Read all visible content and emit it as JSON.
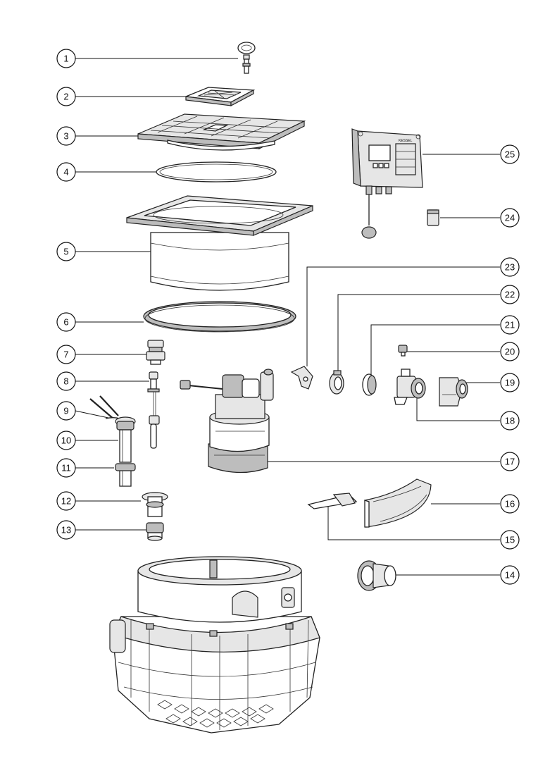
{
  "callouts": [
    {
      "n": "1"
    },
    {
      "n": "2"
    },
    {
      "n": "3"
    },
    {
      "n": "4"
    },
    {
      "n": "5"
    },
    {
      "n": "6"
    },
    {
      "n": "7"
    },
    {
      "n": "8"
    },
    {
      "n": "9"
    },
    {
      "n": "10"
    },
    {
      "n": "11"
    },
    {
      "n": "12"
    },
    {
      "n": "13"
    },
    {
      "n": "14"
    },
    {
      "n": "15"
    },
    {
      "n": "16"
    },
    {
      "n": "17"
    },
    {
      "n": "18"
    },
    {
      "n": "19"
    },
    {
      "n": "20"
    },
    {
      "n": "21"
    },
    {
      "n": "22"
    },
    {
      "n": "23"
    },
    {
      "n": "24"
    },
    {
      "n": "25"
    }
  ],
  "control_unit": {
    "brand_text": "KESSEL"
  },
  "colors": {
    "line": "#222222",
    "fill_light": "#e6e6e6",
    "fill_dark": "#bdbdbd",
    "background": "#ffffff"
  }
}
